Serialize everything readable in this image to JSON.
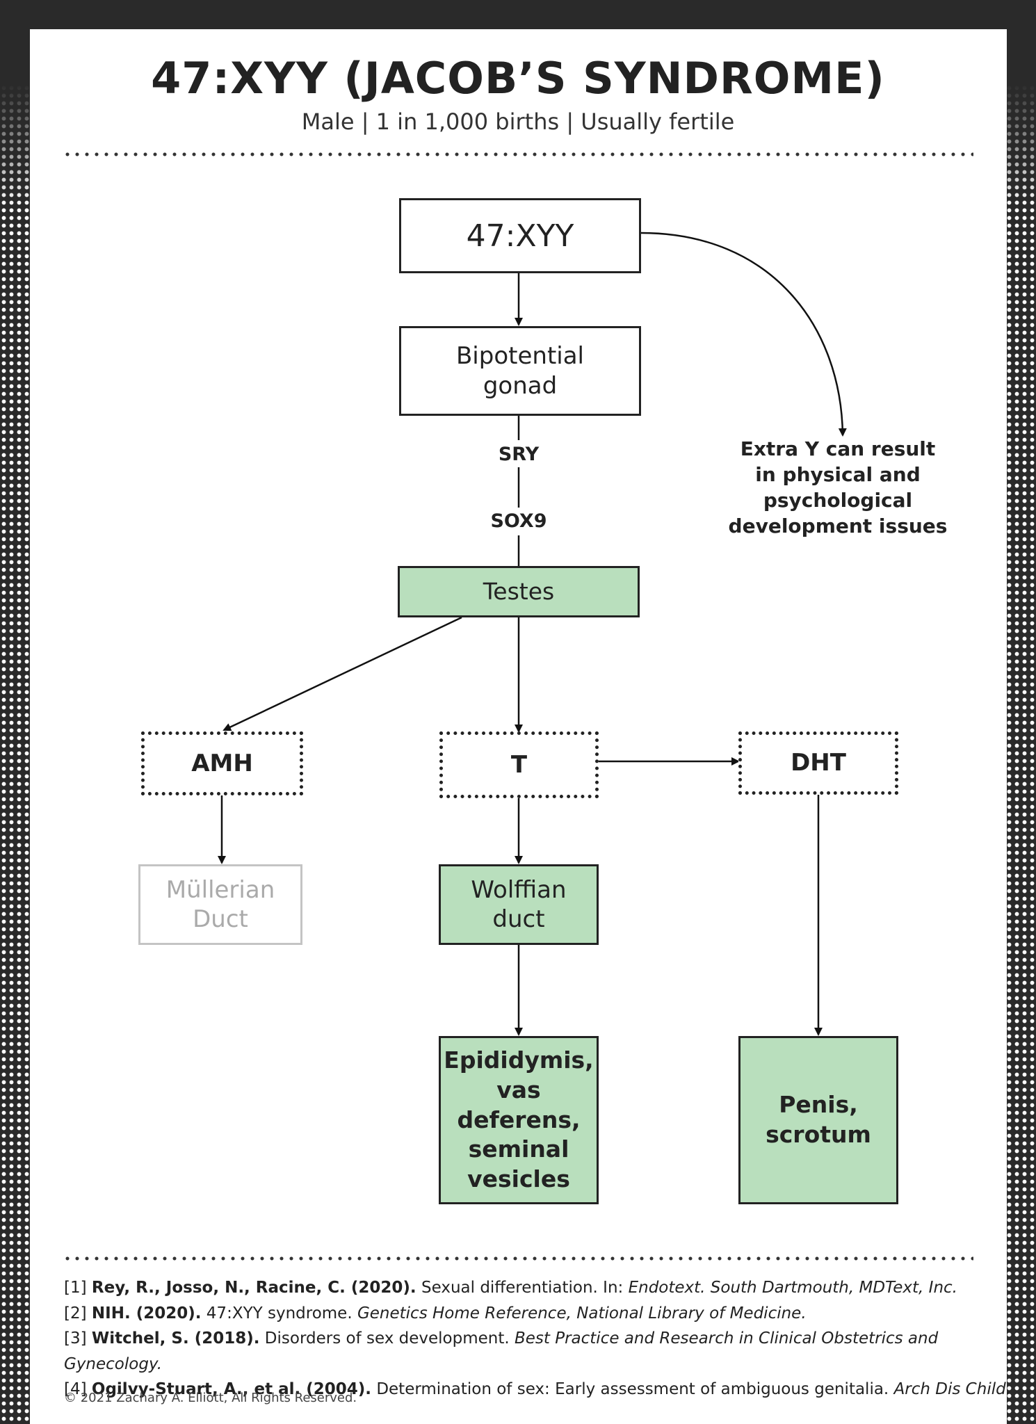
{
  "header": {
    "title": "47:XYY (JACOB’S SYNDROME)",
    "subtitle": "Male  |  1 in 1,000 births  |  Usually fertile"
  },
  "diagram": {
    "genotype": "47:XYY",
    "bipotential_line1": "Bipotential",
    "bipotential_line2": "gonad",
    "sry": "SRY",
    "sox9": "SOX9",
    "testes": "Testes",
    "amh": "AMH",
    "t": "T",
    "dht": "DHT",
    "mullerian_line1": "Müllerian",
    "mullerian_line2": "Duct",
    "wolffian_line1": "Wolffian",
    "wolffian_line2": "duct",
    "epid_line1": "Epididymis,",
    "epid_line2": "vas deferens,",
    "epid_line3": "seminal",
    "epid_line4": "vesicles",
    "penis_line1": "Penis,",
    "penis_line2": "scrotum",
    "note_line1": "Extra Y can result",
    "note_line2": "in physical and",
    "note_line3": "psychological",
    "note_line4": "development issues"
  },
  "references": [
    {
      "num": "[1]",
      "author": "Rey, R., Josso, N., Racine, C. (2020).",
      "title": "Sexual differentiation. In:",
      "source": "Endotext. South Dartmouth, MDText, Inc."
    },
    {
      "num": "[2]",
      "author": "NIH. (2020).",
      "title": "47:XYY syndrome.",
      "source": "Genetics Home Reference, National Library of Medicine."
    },
    {
      "num": "[3]",
      "author": "Witchel, S. (2018).",
      "title": "Disorders of sex development.",
      "source": "Best Practice and Research in Clinical Obstetrics and Gynecology."
    },
    {
      "num": "[4]",
      "author": "Ogilvy-Stuart, A., et al. (2004).",
      "title": "Determination of sex: Early assessment of ambiguous genitalia.",
      "source": "Arch Dis Child."
    }
  ],
  "footer": {
    "copyright": "© 2021 Zachary A. Elliott, All Rights Reserved."
  }
}
